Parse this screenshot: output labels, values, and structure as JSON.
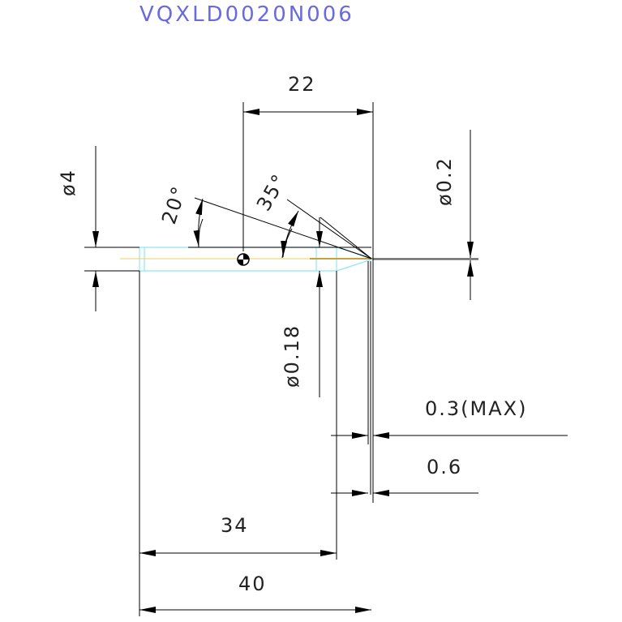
{
  "drawing": {
    "part_number": "VQXLD0020N006",
    "dimensions": {
      "dim_22": "22",
      "dim_dia4": "ø4",
      "dim_angle20": "20°",
      "dim_angle35": "35°",
      "dim_dia02": "ø0.2",
      "dim_dia018": "ø0.18",
      "dim_03max": "0.3(MAX)",
      "dim_06": "0.6",
      "dim_34": "34",
      "dim_40": "40"
    },
    "colors": {
      "title": "#6a6ae0",
      "outline": "#8fe8f0",
      "centerline": "#e8d060",
      "tip": "#c8a040",
      "dimension": "#000000",
      "extension": "#333333"
    }
  }
}
